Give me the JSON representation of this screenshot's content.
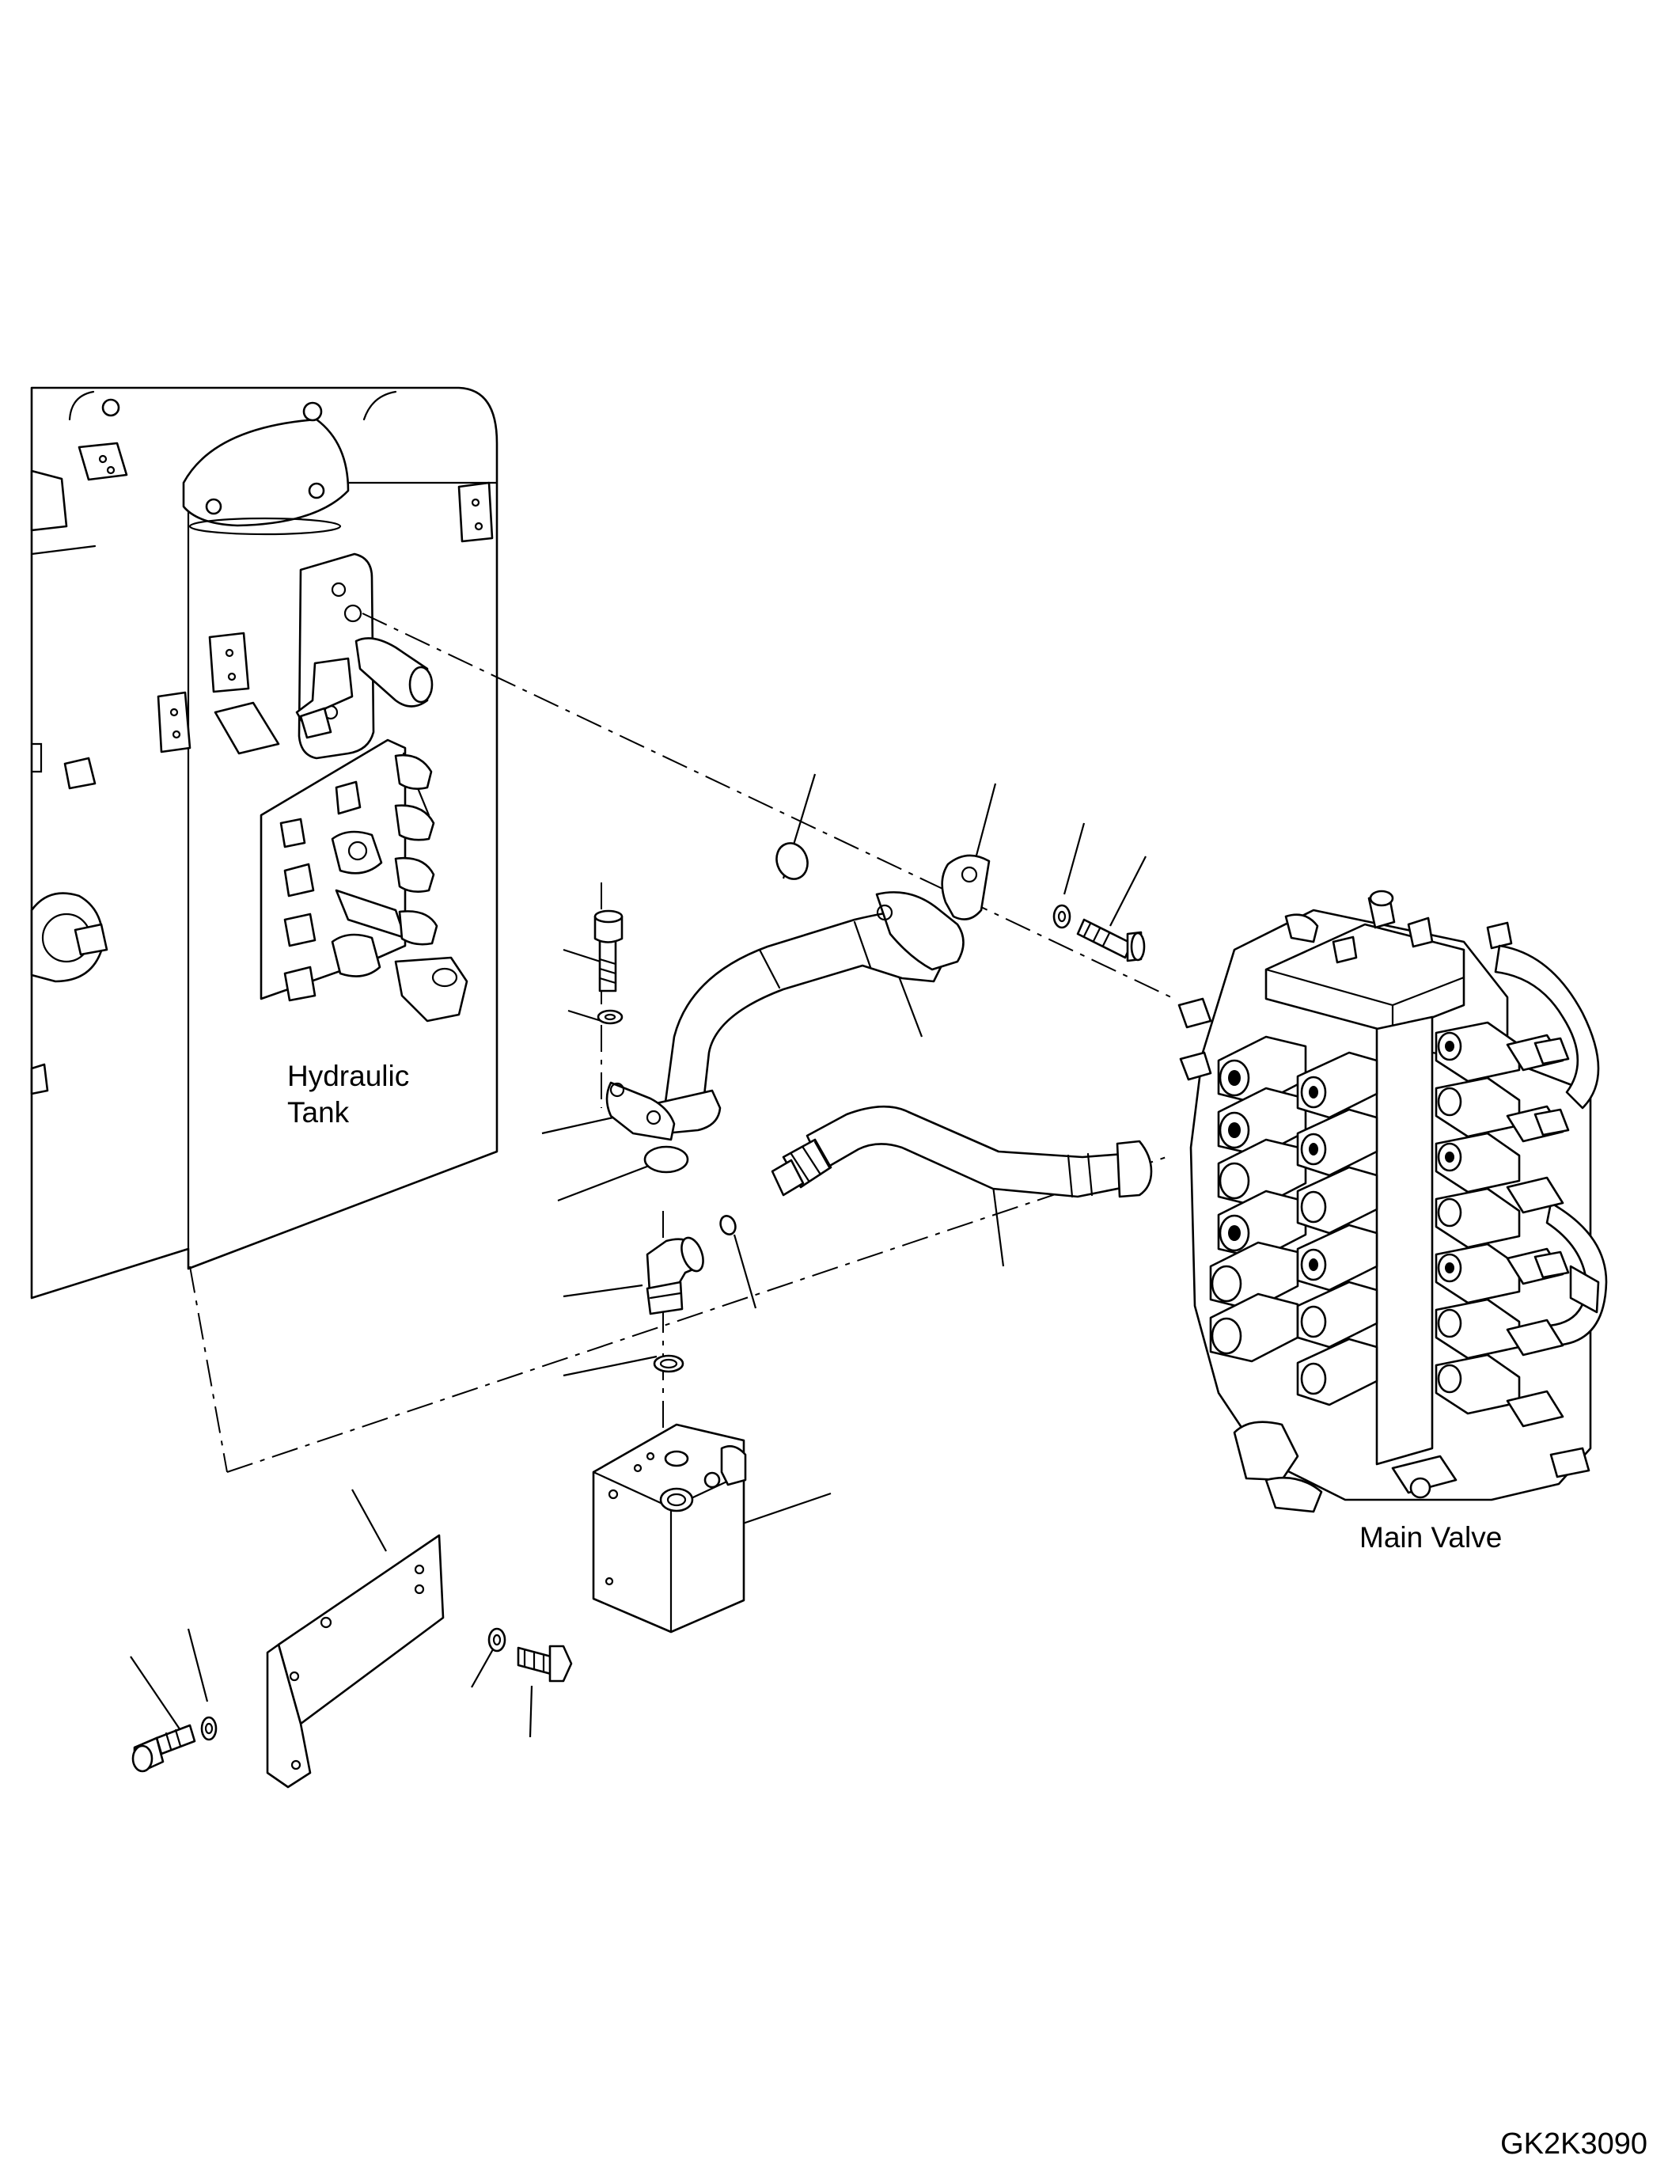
{
  "labels": {
    "hydraulic_tank_line1": "Hydraulic",
    "hydraulic_tank_line2": "Tank",
    "main_valve": "Main Valve"
  },
  "drawing_code": "GK2K3090"
}
